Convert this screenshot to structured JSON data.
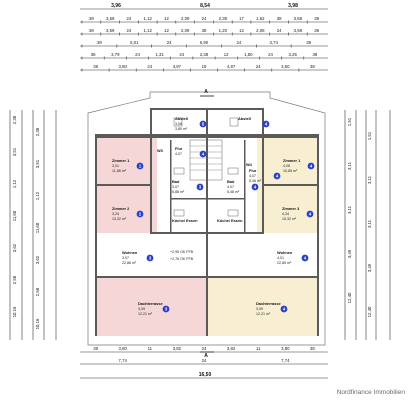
{
  "top_dims": {
    "row0": [
      "3,96",
      "8,54",
      "3,98"
    ],
    "row1": [
      "38",
      "3,59",
      "24",
      "1,12",
      "12",
      "2,09",
      "24",
      "2,38",
      "17",
      "1,62",
      "38",
      "3,58",
      "38"
    ],
    "row2": [
      "38",
      "3,59",
      "24",
      "1,12",
      "12",
      "2,09",
      "38",
      "1,20",
      "12",
      "2,08",
      "24",
      "3,58",
      "38"
    ],
    "row3": [
      "38",
      "5,01",
      "24",
      "6,90",
      "24",
      "3,74",
      "38"
    ],
    "row4": [
      "38",
      "3,79",
      "24",
      "1,31",
      "24",
      "2,38",
      "12",
      "1,80",
      "24",
      "3,25",
      "38"
    ],
    "row5": [
      "38",
      "3,80",
      "24",
      "4,97",
      "18",
      "4,97",
      "24",
      "3,60",
      "38"
    ]
  },
  "bottom_dims": {
    "row1": [
      "38",
      "3,80",
      "11",
      "3,82",
      "24",
      "3,82",
      "11",
      "3,80",
      "38"
    ],
    "row2": [
      "7,74",
      "24",
      "7,74"
    ],
    "total": "16,50"
  },
  "left_dims": [
    "2,38",
    "3,51",
    "1,12",
    "11,60",
    "3,62",
    "2,58",
    "10,16"
  ],
  "right_dims": [
    "1,51",
    "3,11",
    "3,11",
    "3,49",
    "12,40"
  ],
  "rooms": [
    {
      "key": "zimmer1",
      "name": "Zimmer 1",
      "line1": "3,01",
      "line2": "11,88 m²",
      "badge": "1"
    },
    {
      "key": "zimmer2",
      "name": "Zimmer 2",
      "line1": "3,24",
      "line2": "13,32 m²",
      "badge": "2"
    },
    {
      "key": "bad_l",
      "name": "Bad",
      "line1": "3,07",
      "line2": "5,88 m²",
      "badge": "3"
    },
    {
      "key": "wohnen_l",
      "name": "Wohnen",
      "line1": "3,07",
      "line2": "22,86 m²",
      "badge": "3"
    },
    {
      "key": "abstell",
      "name": "Abstell",
      "line1": "3,06",
      "line2": "3,80 m²",
      "badge": "5"
    },
    {
      "key": "flur_l",
      "name": "Flur",
      "line1": "4,07",
      "line2": "",
      "badge": "4"
    },
    {
      "key": "kueche_l",
      "name": "Küche/ Essen",
      "line1": "",
      "line2": "",
      "badge": ""
    },
    {
      "key": "zimmer3",
      "name": "Zimmer 3",
      "line1": "4,34",
      "line2": "15,32 m²",
      "badge": "4"
    },
    {
      "key": "zimmer_r1",
      "name": "Zimmer 1",
      "line1": "4,08",
      "line2": "10,85 m²",
      "badge": "4"
    },
    {
      "key": "flur_r",
      "name": "Flur",
      "line1": "4,07",
      "line2": "5,46 m²",
      "badge": "4"
    },
    {
      "key": "bad_r",
      "name": "Bad",
      "line1": "4,07",
      "line2": "5,46 m²",
      "badge": "4"
    },
    {
      "key": "kueche_r",
      "name": "Küche/ Essen",
      "line1": "",
      "line2": "",
      "badge": ""
    },
    {
      "key": "wohnen_r",
      "name": "Wohnen",
      "line1": "4,01",
      "line2": "22,85 m²",
      "badge": "4"
    },
    {
      "key": "abstell_r",
      "name": "Abstell",
      "line1": "",
      "line2": "",
      "badge": "4"
    },
    {
      "key": "dach_l",
      "name": "Dachterrasse",
      "line1": "3,09",
      "line2": "12,21 m²",
      "badge": "3"
    },
    {
      "key": "dach_r",
      "name": "Dachterrasse",
      "line1": "3,09",
      "line2": "12,21 m²",
      "badge": "4"
    }
  ],
  "wohnung_labels": {
    "w3": "W3",
    "w4": "W4"
  },
  "levels": {
    "ok1": "+2,95 OK FFB",
    "ok2": "+2,76 OK FFB"
  },
  "section_marks": [
    "A",
    "A"
  ],
  "watermark": "Nordfinance Immobilien",
  "colors": {
    "pink": "#f6d7d7",
    "yellow": "#f8efd2",
    "wall": "#555555",
    "badge": "#2b3fc8"
  }
}
